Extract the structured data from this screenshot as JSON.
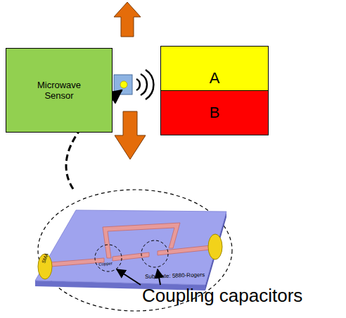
{
  "diagram": {
    "nodes": [
      {
        "text": [
          "Microwave Sensor"
        ]
      },
      {
        "text": [
          "A"
        ]
      },
      {
        "text": [
          "B"
        ]
      }
    ],
    "labels": [
      "SMA",
      "Copper",
      "Substrate: 5880-Rogers",
      "Coupling capacitors"
    ]
  }
}
